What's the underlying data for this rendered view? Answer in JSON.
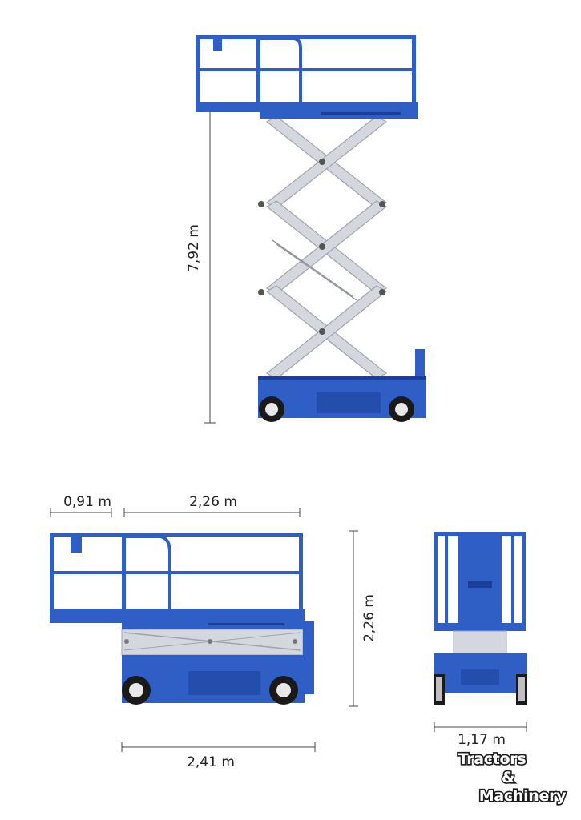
{
  "dimensions": {
    "platform_height": "7,92 m",
    "front_overhang": "0,91 m",
    "platform_length": "2,26 m",
    "stowed_height": "2,26 m",
    "overall_length": "2,41 m",
    "overall_width": "1,17 m"
  },
  "watermark": {
    "line1": "Tractors",
    "line2": "&",
    "line3": "Machinery"
  },
  "colors": {
    "body_blue": "#2f5fc4",
    "dark_blue": "#1b3f98",
    "scissor_gray": "#c9ccd4",
    "line": "#444444"
  }
}
